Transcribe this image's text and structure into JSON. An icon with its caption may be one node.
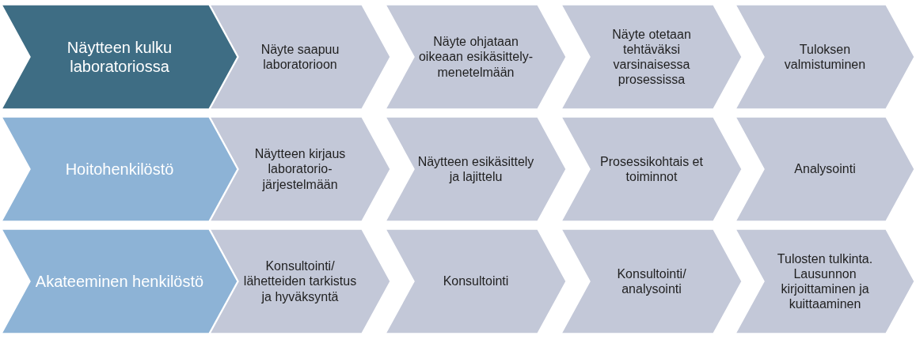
{
  "diagram": {
    "nodes": [
      {
        "text": [
          "Näytteen kulku laboratoriossa"
        ]
      },
      {
        "text": [
          "Näyte saapuu laboratorioon"
        ]
      },
      {
        "text": [
          "Näyte ohjataan oikeaan esikäsittely-menetelmään"
        ]
      },
      {
        "text": [
          "Näyte otetaan tehtäväksi varsinaisessa prosessissa"
        ]
      },
      {
        "text": [
          "Tuloksen valmistuminen"
        ]
      },
      {
        "text": [
          "Hoitohenkilöstö"
        ]
      },
      {
        "text": [
          "Näytteen kirjaus laboratorio-järjestelmään"
        ]
      },
      {
        "text": [
          "Näytteen esikäsittely ja lajittelu"
        ]
      },
      {
        "text": [
          "Prosessikohtais et toiminnot"
        ]
      },
      {
        "text": [
          "Analysointi"
        ]
      },
      {
        "text": [
          "Akateeminen henkilöstö"
        ]
      },
      {
        "text": [
          "Konsultointi/ lähetteiden tarkistus ja hyväksyntä"
        ]
      },
      {
        "text": [
          "Konsultointi"
        ]
      },
      {
        "text": [
          "Konsultointi/ analysointi"
        ]
      },
      {
        "text": [
          "Tulosten tulkinta. Lausunnon kirjoittaminen ja kuittaaminen"
        ]
      }
    ]
  }
}
